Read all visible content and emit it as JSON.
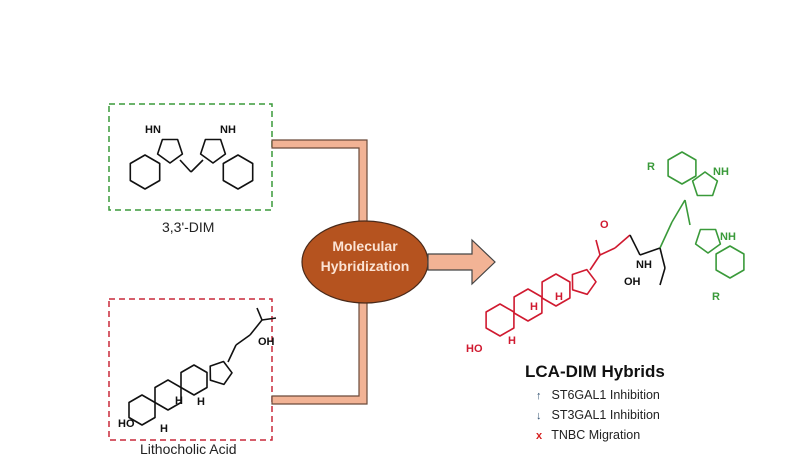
{
  "dim_label": "3,3'-DIM",
  "lca_label": "Lithocholic Acid",
  "process_label_line1": "Molecular",
  "process_label_line2": "Hybridization",
  "product_title": "LCA-DIM Hybrids",
  "features": [
    {
      "icon": "arrow-up-icon",
      "glyph": "↑",
      "text": "ST6GAL1 Inhibition",
      "color": "#2f4f6f"
    },
    {
      "icon": "arrow-down-icon",
      "glyph": "↓",
      "text": "ST3GAL1 Inhibition",
      "color": "#2f4f6f"
    },
    {
      "icon": "cross-icon",
      "glyph": "x",
      "text": "TNBC Migration",
      "color": "#d62020"
    }
  ],
  "atoms": {
    "hn": "HN",
    "nh": "NH",
    "oh": "OH",
    "ho": "HO",
    "h": "H",
    "o": "O",
    "r": "R"
  },
  "colors": {
    "dim_box": "#3a9a3a",
    "lca_box": "#c8283a",
    "ellipse": "#b5531f",
    "connector": "#f2b395",
    "dim_part": "#3a9a3a",
    "lca_part": "#d01a30"
  }
}
